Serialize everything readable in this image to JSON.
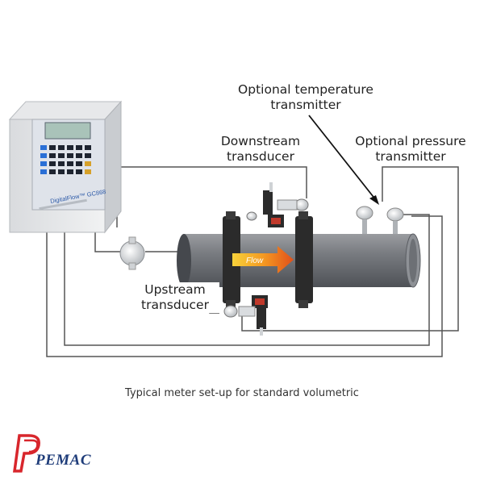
{
  "labels": {
    "temperature": [
      "Optional temperature",
      "transmitter"
    ],
    "downstream": [
      "Downstream",
      "transducer"
    ],
    "pressure": [
      "Optional pressure",
      "transmitter"
    ],
    "upstream": [
      "Upstream",
      "transducer"
    ]
  },
  "meter": {
    "brand": "DigitalFlow™ GC868"
  },
  "pipe": {
    "flow_label": "Flow"
  },
  "caption": "Typical meter set-up for standard volumetric",
  "logo": {
    "text": "PEMAC"
  },
  "colors": {
    "pipe": "#6b6e73",
    "flange": "#2b2b2b",
    "wire": "#555555",
    "flow_arrow": "#f08a1c",
    "logo_red": "#d8262c",
    "logo_blue": "#1f3d7a"
  }
}
